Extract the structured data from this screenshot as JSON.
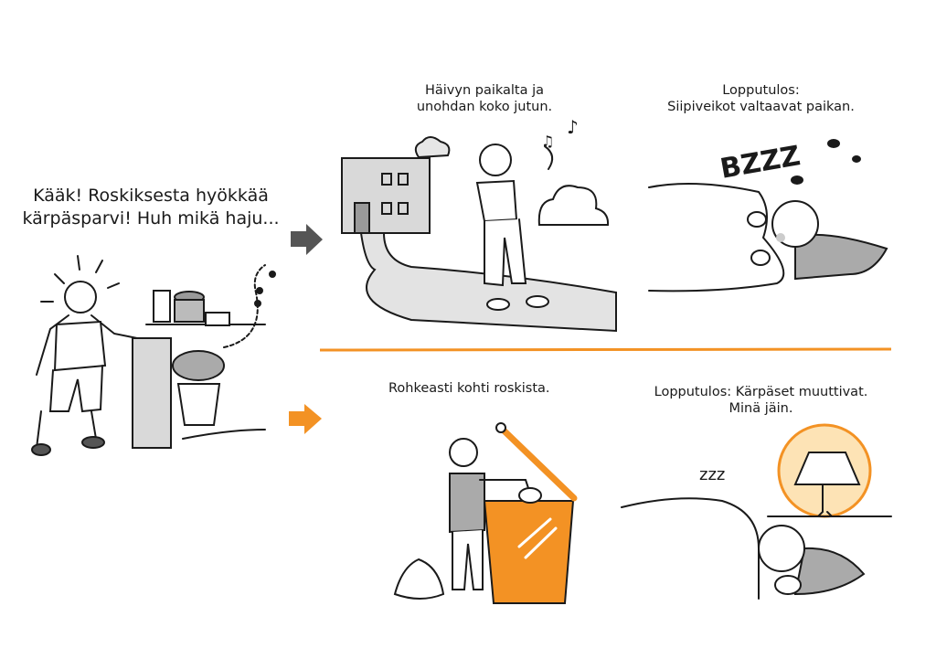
{
  "intro_caption": {
    "line1": "Kääk! Roskiksesta hyökkää",
    "line2": "kärpäsparvi! Huh mikä haju..."
  },
  "panels": [
    {
      "line1": "Häivyn paikalta ja",
      "line2": "unohdan koko jutun."
    },
    {
      "line1": "Lopputulos:",
      "line2": "Siipiveikot valtaavat paikan.",
      "sound": "BZZZ"
    },
    {
      "line1": "Rohkeasti kohti roskista."
    },
    {
      "line1": "Lopputulos: Kärpäset muuttivat.",
      "line2": "Minä jäin.",
      "sound": "zzz"
    }
  ],
  "colors": {
    "accent": "#f39224",
    "neutral_arrow": "#555555",
    "fill_gray": "#d9d9d9",
    "ink": "#1a1a1a"
  }
}
